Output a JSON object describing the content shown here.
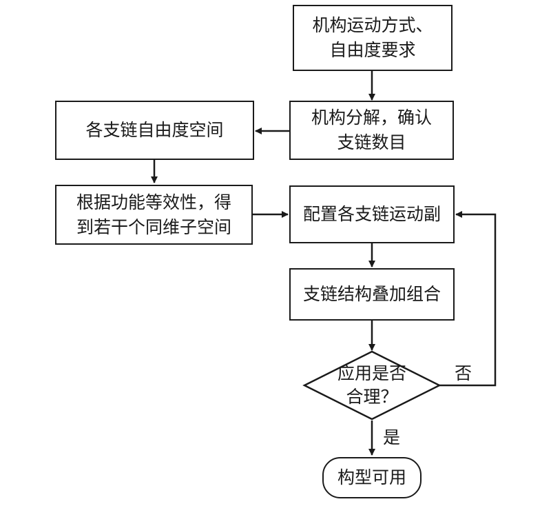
{
  "nodes": {
    "start": {
      "line1": "机构运动方式、",
      "line2": "自由度要求"
    },
    "decompose": {
      "line1": "机构分解，确认",
      "line2": "支链数目"
    },
    "branch_dof": {
      "text": "各支链自由度空间"
    },
    "equivalence": {
      "line1": "根据功能等效性，得",
      "line2": "到若干个同维子空间"
    },
    "configure": {
      "text": "配置各支链运动副"
    },
    "combine": {
      "text": "支链结构叠加组合"
    },
    "decision": {
      "line1": "应用是否",
      "line2": "合理？"
    },
    "end": {
      "text": "构型可用"
    }
  },
  "edges": {
    "no_label": "否",
    "yes_label": "是"
  }
}
